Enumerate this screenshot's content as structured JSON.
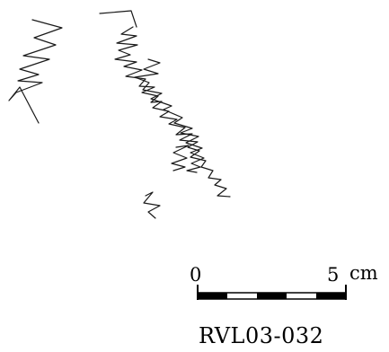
{
  "scale_bar": {
    "start_label": "0",
    "end_label": "5",
    "unit": "cm",
    "stroke_color": "#000000"
  },
  "caption": "RVL03-032"
}
